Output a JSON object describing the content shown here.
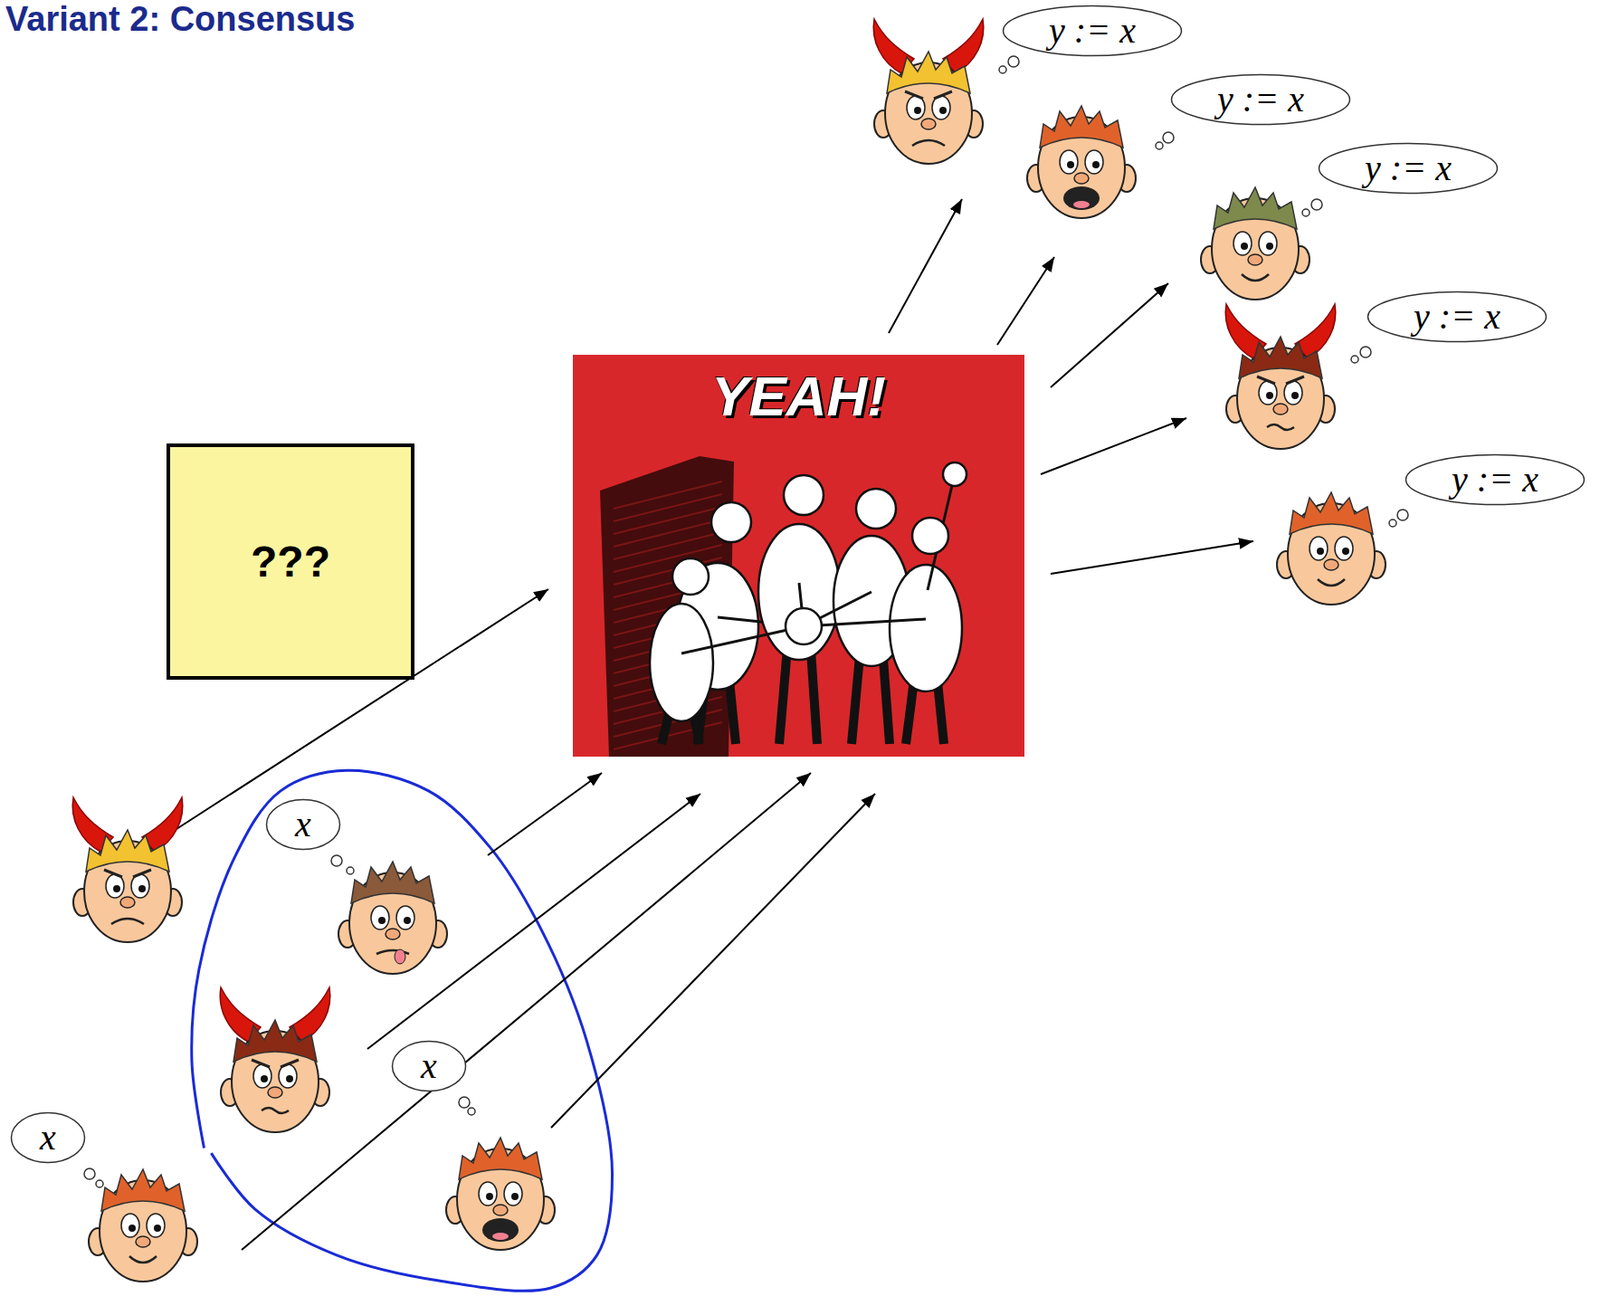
{
  "diagram": {
    "title": "Variant 2: Consensus",
    "nodes": [
      {
        "text": [
          "???"
        ]
      },
      {
        "text": [
          "YEAH!"
        ]
      },
      {
        "text": [
          "x"
        ]
      },
      {
        "text": [
          "x"
        ]
      },
      {
        "text": [
          "x"
        ]
      },
      {
        "text": [
          "y := x"
        ]
      },
      {
        "text": [
          "y := x"
        ]
      },
      {
        "text": [
          "y := x"
        ]
      },
      {
        "text": [
          "y := x"
        ]
      },
      {
        "text": [
          "y := x"
        ]
      }
    ]
  }
}
